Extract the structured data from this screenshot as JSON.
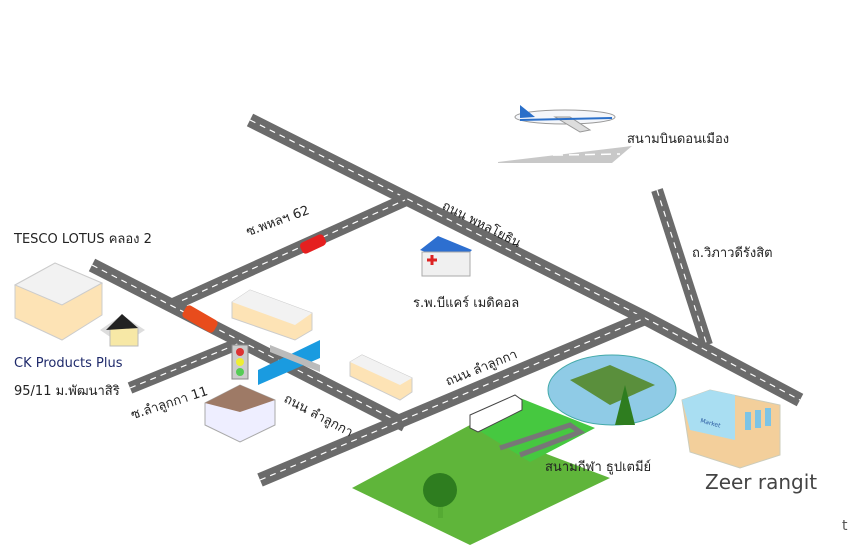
{
  "labels": {
    "airport": "สนามบินดอนเมือง",
    "phahonyothin": "ถนน พหลโยธิน",
    "soi_phahon": "ซ.พหลฯ 62",
    "tesco": "TESCO LOTUS คลอง 2",
    "hospital": "ร.พ.บีแคร์ เมดิคอล",
    "vibhavadi": "ถ.วิภาวดีรังสิต",
    "lamlukka_road": "ถนน ลำลูกกา",
    "lamlukka_road2": "ถนน ลำลูกกา",
    "soi_lamlukka": "ซ.ลำลูกกา 11",
    "ck_name": "CK Products Plus",
    "ck_address": "95/11 ม.พัฒนาสิริ",
    "stadium": "สนามกีฬา ธูปเตมีย์",
    "zeer": "Zeer rangit",
    "market_sign": "Market",
    "corner": "t"
  },
  "colors": {
    "road": "#6b6b6b",
    "grass": "#5fb53a",
    "water": "#1a9be0",
    "building": "#fde3b5"
  }
}
